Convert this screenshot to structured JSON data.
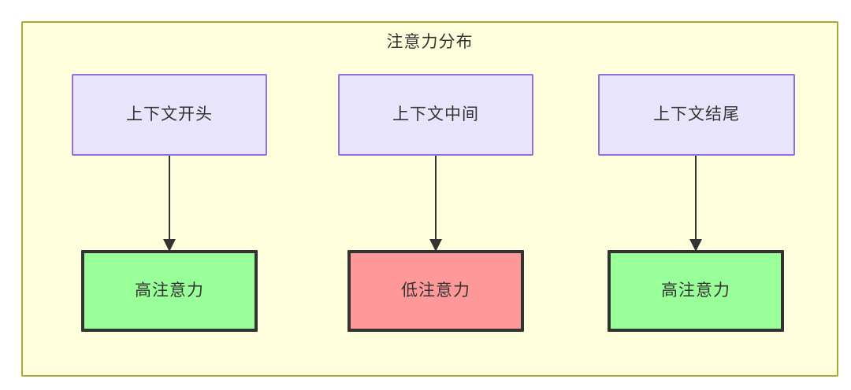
{
  "diagram": {
    "title": "注意力分布",
    "type": "flowchart",
    "direction": "top-down",
    "container": {
      "background_color": "#ffffde",
      "border_color": "#aaaa33"
    },
    "nodes": [
      {
        "id": "ctx-start",
        "label": "上下文开头",
        "role": "source",
        "column": 1,
        "fill_color": "#e8e4fb",
        "border_color": "#9370db"
      },
      {
        "id": "ctx-middle",
        "label": "上下文中间",
        "role": "source",
        "column": 2,
        "fill_color": "#e8e4fb",
        "border_color": "#9370db"
      },
      {
        "id": "ctx-end",
        "label": "上下文结尾",
        "role": "source",
        "column": 3,
        "fill_color": "#e8e4fb",
        "border_color": "#9370db"
      },
      {
        "id": "attn-high-start",
        "label": "高注意力",
        "role": "target",
        "column": 1,
        "fill_color": "#99ff99",
        "border_color": "#333333"
      },
      {
        "id": "attn-low-middle",
        "label": "低注意力",
        "role": "target",
        "column": 2,
        "fill_color": "#ff9999",
        "border_color": "#333333"
      },
      {
        "id": "attn-high-end",
        "label": "高注意力",
        "role": "target",
        "column": 3,
        "fill_color": "#99ff99",
        "border_color": "#333333"
      }
    ],
    "edges": [
      {
        "id": "edge-1",
        "from": "ctx-start",
        "to": "attn-high-start",
        "label": ""
      },
      {
        "id": "edge-2",
        "from": "ctx-middle",
        "to": "attn-low-middle",
        "label": ""
      },
      {
        "id": "edge-3",
        "from": "ctx-end",
        "to": "attn-high-end",
        "label": ""
      }
    ]
  }
}
